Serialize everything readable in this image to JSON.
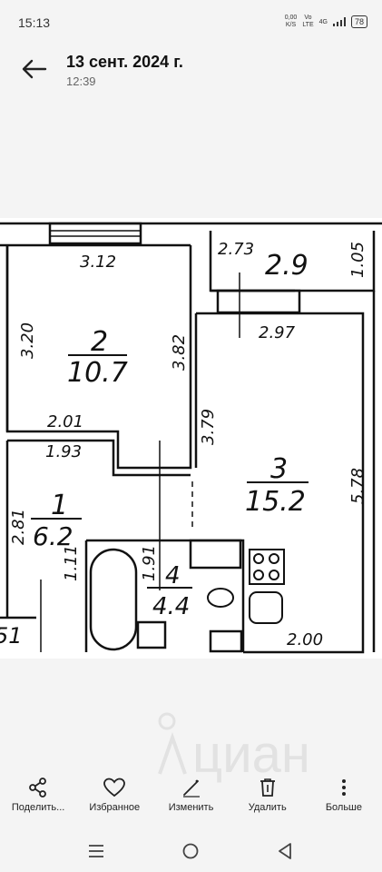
{
  "status_bar": {
    "time": "15:13",
    "net_speed_top": "0,00",
    "net_speed_bottom": "K/S",
    "volte_top": "Vo",
    "volte_bottom": "LTE",
    "network": "4G",
    "battery": "78"
  },
  "header": {
    "title": "13 сент. 2024 г.",
    "subtitle": "12:39"
  },
  "floorplan": {
    "balcony": {
      "width": "2.73",
      "area": "2.9",
      "depth": "1.05"
    },
    "room2": {
      "number": "2",
      "area": "10.7",
      "top": "3.12",
      "left": "3.20",
      "right": "3.82",
      "bottom": "2.01"
    },
    "room1": {
      "number": "1",
      "area": "6.2",
      "top": "1.93",
      "left": "2.81",
      "right": "1.11",
      "edge": "51"
    },
    "room3": {
      "number": "3",
      "area": "15.2",
      "top": "2.97",
      "left": "3.79",
      "right": "5.78",
      "bottom": "2.00"
    },
    "room4": {
      "number": "4",
      "area": "4.4",
      "left": "1.91"
    }
  },
  "watermark_text": "циан",
  "actions": [
    {
      "label": "Поделить...",
      "icon": "share-icon"
    },
    {
      "label": "Избранное",
      "icon": "heart-icon"
    },
    {
      "label": "Изменить",
      "icon": "edit-icon"
    },
    {
      "label": "Удалить",
      "icon": "trash-icon"
    },
    {
      "label": "Больше",
      "icon": "more-icon"
    }
  ],
  "colors": {
    "background": "#f4f4f4",
    "image_bg": "#ffffff",
    "line": "#111111"
  }
}
